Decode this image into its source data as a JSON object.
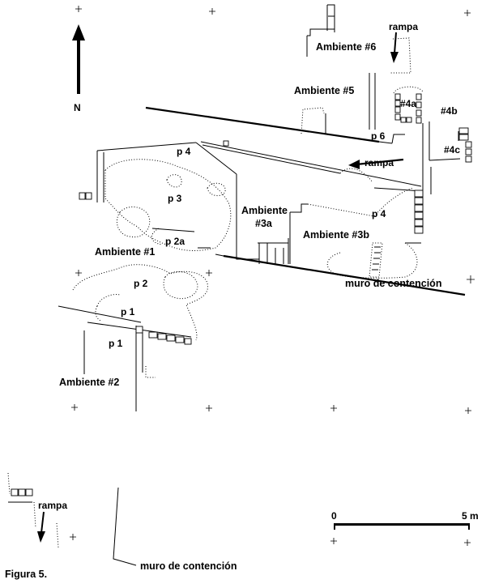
{
  "labels": {
    "north": "N",
    "rampa_ne": "rampa",
    "ambiente6": "Ambiente #6",
    "ambiente5": "Ambiente #5",
    "a4a": "#4a",
    "a4b": "#4b",
    "a4c": "#4c",
    "p6": "p 6",
    "p4_top": "p 4",
    "rampa_mid": "rampa",
    "p3": "p 3",
    "ambiente3a_line1": "Ambiente",
    "ambiente3a_line2": "#3a",
    "p4_right": "p 4",
    "ambiente3b": "Ambiente #3b",
    "p2a": "p 2a",
    "ambiente1": "Ambiente #1",
    "p2": "p 2",
    "muro_upper": "muro de contención",
    "p1_upper": "p 1",
    "p1_lower": "p 1",
    "ambiente2": "Ambiente #2",
    "rampa_sw": "rampa",
    "scale_zero": "0",
    "scale_five": "5 m",
    "muro_lower": "muro de contención",
    "figure": "Figura 5."
  },
  "colors": {
    "ink": "#000000",
    "paper": "#ffffff"
  }
}
